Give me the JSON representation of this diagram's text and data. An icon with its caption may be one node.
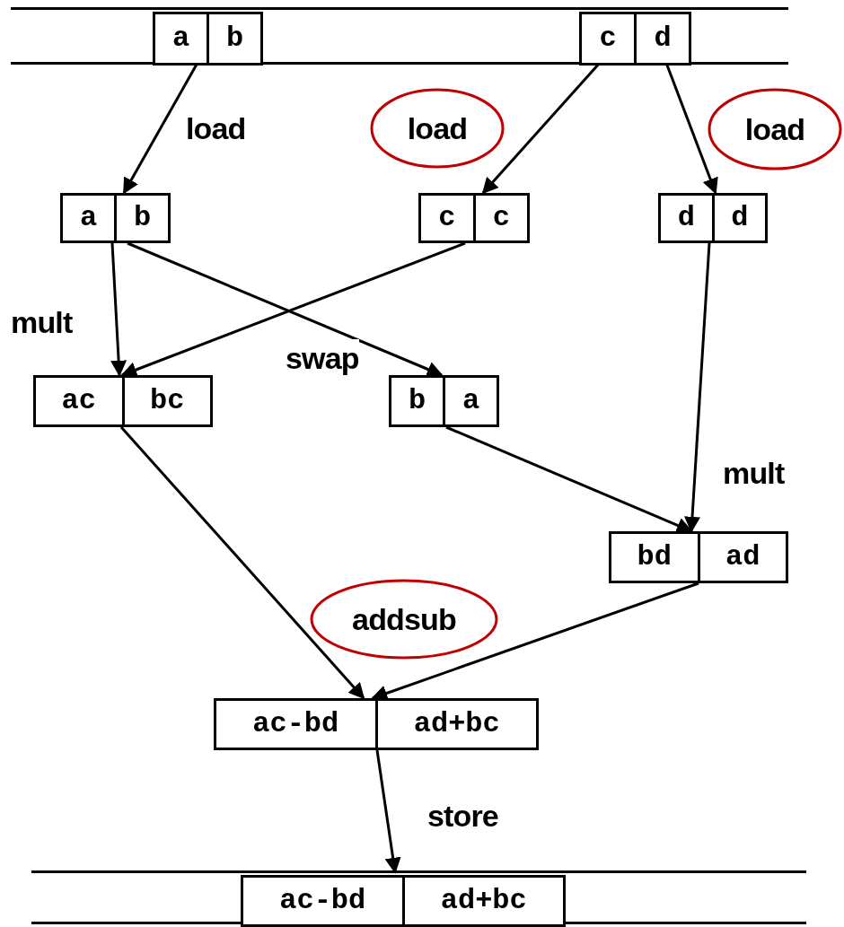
{
  "diagram": {
    "nodes": [
      {
        "text": [],
        "shape": "bar"
      },
      {
        "text": [
          "a",
          "b"
        ],
        "in": 0
      },
      {
        "text": [
          "c",
          "d"
        ],
        "in": 0
      },
      {
        "text": [
          "load"
        ]
      },
      {
        "text": [
          "load"
        ]
      },
      {
        "text": [
          "a",
          "b"
        ]
      },
      {
        "text": [
          "c",
          "c"
        ]
      },
      {
        "text": [
          "d",
          "d"
        ]
      },
      {
        "text": [
          "ac",
          "bc"
        ]
      },
      {
        "text": [
          "b",
          "a"
        ]
      },
      {
        "text": [
          "bd",
          "ad"
        ]
      },
      {
        "text": [
          "addsub"
        ]
      },
      {
        "text": [
          "ac-bd",
          "ad+bc"
        ]
      },
      {
        "text": [],
        "shape": "bar"
      },
      {
        "text": [
          "ac-bd",
          "ad+bc"
        ],
        "in": 13
      }
    ],
    "edges": [
      {
        "from": 1,
        "to": 5,
        "arrow": "to",
        "label": "load"
      },
      {
        "from": 2,
        "to": 6,
        "arrow": "to"
      },
      {
        "from": 2,
        "to": 7,
        "arrow": "to"
      },
      {
        "from": 5,
        "to": 8,
        "arrow": "to"
      },
      {
        "from": 5,
        "to": 9,
        "arrow": "to",
        "label": "swap"
      },
      {
        "from": 6,
        "to": 8,
        "arrow": "to"
      },
      {
        "from": 7,
        "to": 10,
        "arrow": "to"
      },
      {
        "from": 9,
        "to": 10,
        "arrow": "to"
      },
      {
        "from": 8,
        "to": 12,
        "arrow": "to"
      },
      {
        "from": 10,
        "to": 12,
        "arrow": "to"
      },
      {
        "from": 12,
        "to": 14,
        "arrow": "to",
        "label": "store"
      }
    ],
    "labels": [
      "mult",
      "mult"
    ]
  }
}
